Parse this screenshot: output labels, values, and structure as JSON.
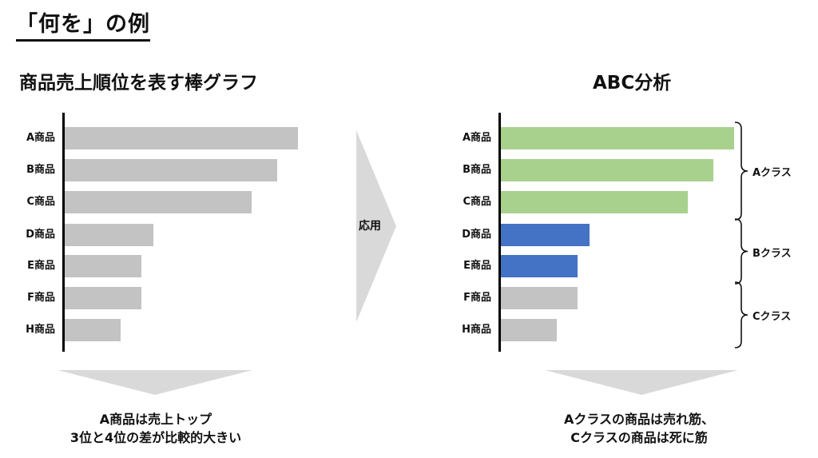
{
  "header": {
    "title": "「何を」の例"
  },
  "left_panel": {
    "title": "商品売上順位を表す棒グラフ",
    "caption_lines": [
      "A商品は売上トップ",
      "3位と4位の差が比較的大きい"
    ]
  },
  "arrow": {
    "label": "応用"
  },
  "right_panel": {
    "title": "ABC分析",
    "caption_lines": [
      "Aクラスの商品は売れ筋、",
      "Cクラスの商品は死に筋"
    ],
    "classes": [
      {
        "label": "Aクラス",
        "from": 0,
        "to": 2
      },
      {
        "label": "Bクラス",
        "from": 3,
        "to": 4
      },
      {
        "label": "Cクラス",
        "from": 5,
        "to": 6
      }
    ]
  },
  "colors": {
    "gray": "#c3c3c3",
    "class_a": "#a9d18e",
    "class_b": "#4472c4",
    "class_c": "#c3c3c3",
    "arrow": "#d9d9d9"
  },
  "chart_data": [
    {
      "type": "bar",
      "orientation": "horizontal",
      "title": "商品売上順位を表す棒グラフ",
      "categories": [
        "A商品",
        "B商品",
        "C商品",
        "D商品",
        "E商品",
        "F商品",
        "H商品"
      ],
      "values": [
        100,
        91,
        80,
        38,
        33,
        33,
        24
      ],
      "value_range": [
        0,
        100
      ],
      "grid": false
    },
    {
      "type": "bar",
      "orientation": "horizontal",
      "title": "ABC分析",
      "categories": [
        "A商品",
        "B商品",
        "C商品",
        "D商品",
        "E商品",
        "F商品",
        "H商品"
      ],
      "values": [
        100,
        91,
        80,
        38,
        33,
        33,
        24
      ],
      "value_range": [
        0,
        100
      ],
      "bar_classes": [
        "A",
        "A",
        "A",
        "B",
        "B",
        "C",
        "C"
      ],
      "grid": false
    }
  ]
}
